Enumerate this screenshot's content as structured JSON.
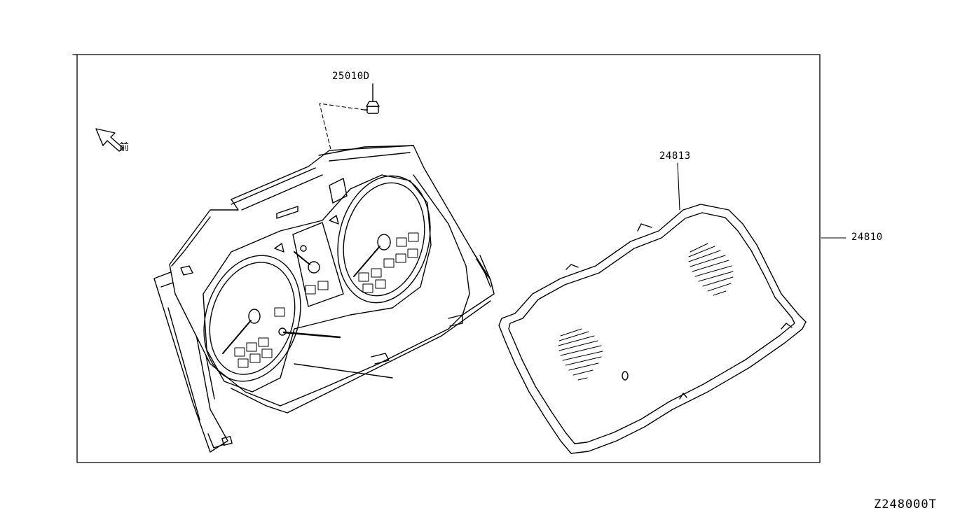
{
  "parts": {
    "screw": {
      "part_number": "25010D"
    },
    "cover": {
      "part_number": "24813"
    },
    "assembly": {
      "part_number": "24810"
    }
  },
  "orientation": {
    "front_label": "前"
  },
  "diagram_id": "Z248000T",
  "colors": {
    "line": "#000000",
    "background": "#ffffff"
  }
}
